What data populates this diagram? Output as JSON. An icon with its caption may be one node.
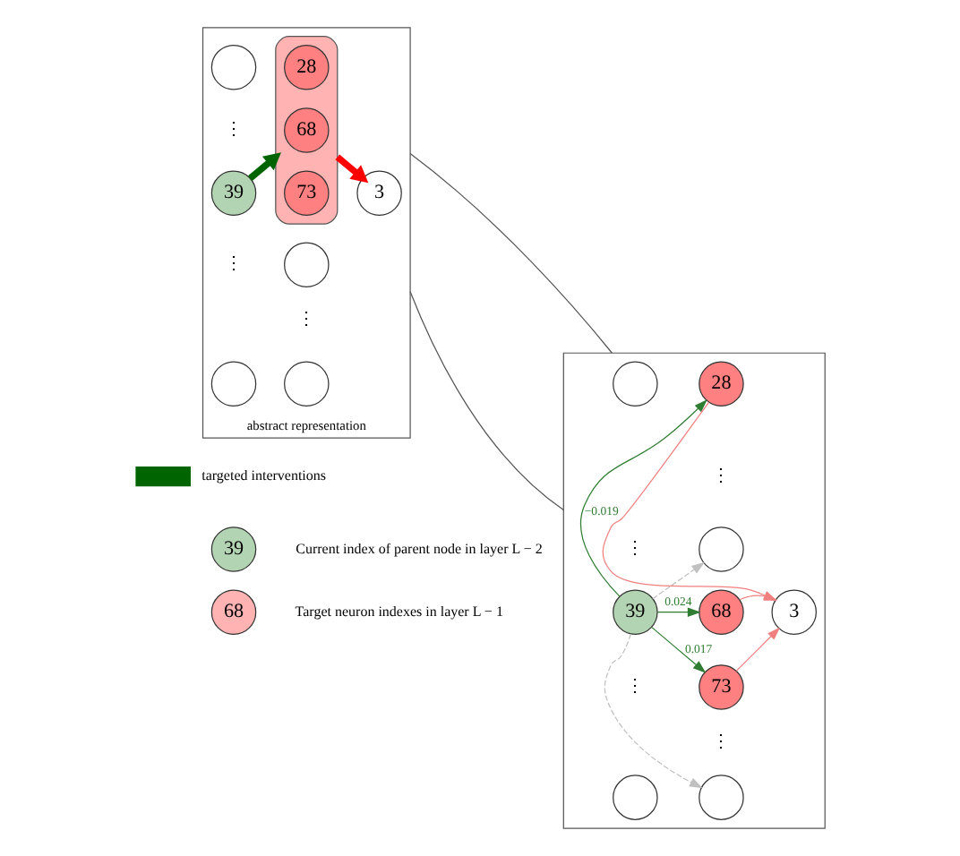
{
  "diagram": {
    "nodes": [
      {
        "text": [],
        "shape": "box",
        "beside": [
          "abstract representation"
        ]
      },
      {
        "text": [],
        "shape": "circle",
        "in": 0
      },
      {
        "text": [
          "39"
        ],
        "in": 0
      },
      {
        "text": [],
        "shape": "circle",
        "in": 0
      },
      {
        "text": [],
        "shape": "box",
        "in": 0
      },
      {
        "text": [
          "28"
        ],
        "in": 4
      },
      {
        "text": [
          "68"
        ],
        "in": 4
      },
      {
        "text": [
          "73"
        ],
        "in": 4
      },
      {
        "text": [],
        "shape": "circle",
        "in": 0
      },
      {
        "text": [],
        "shape": "circle",
        "in": 0
      },
      {
        "text": [
          "3"
        ],
        "in": 0
      },
      {
        "text": [],
        "shape": "box"
      },
      {
        "text": [],
        "shape": "circle",
        "in": 11
      },
      {
        "text": [
          "39"
        ],
        "in": 11
      },
      {
        "text": [],
        "shape": "circle",
        "in": 11
      },
      {
        "text": [
          "28"
        ],
        "in": 11
      },
      {
        "text": [],
        "shape": "circle",
        "in": 11
      },
      {
        "text": [
          "68"
        ],
        "in": 11
      },
      {
        "text": [
          "73"
        ],
        "in": 11
      },
      {
        "text": [],
        "shape": "circle",
        "in": 11
      },
      {
        "text": [
          "3"
        ],
        "in": 11
      },
      {
        "text": [
          "39"
        ],
        "beside": [
          "Current index of parent node in layer L − 2"
        ]
      },
      {
        "text": [
          "68"
        ],
        "beside": [
          "Target neuron indexes in layer L − 1"
        ]
      }
    ],
    "edges": [
      {
        "from": 2,
        "to": 4,
        "arrow": "to",
        "style": "thick",
        "color": "#006400"
      },
      {
        "from": 4,
        "to": 10,
        "arrow": "to",
        "style": "thick",
        "color": "#ff0000"
      },
      {
        "from": 0,
        "to": 11,
        "arrow": "none",
        "color": "#555555"
      },
      {
        "from": 0,
        "to": 11,
        "arrow": "none",
        "color": "#555555"
      },
      {
        "from": 13,
        "to": 15,
        "arrow": "to",
        "label": "−0.019",
        "color": "#2e7d32"
      },
      {
        "from": 13,
        "to": 16,
        "arrow": "to",
        "style": "dashed",
        "color": "#c0c0c0"
      },
      {
        "from": 13,
        "to": 17,
        "arrow": "to",
        "label": "0.024",
        "color": "#2e7d32"
      },
      {
        "from": 13,
        "to": 18,
        "arrow": "to",
        "label": "0.017",
        "color": "#2e7d32"
      },
      {
        "from": 13,
        "to": 19,
        "arrow": "to",
        "style": "dashed",
        "color": "#c0c0c0"
      },
      {
        "from": 15,
        "to": 20,
        "arrow": "to",
        "color": "#f08080"
      },
      {
        "from": 17,
        "to": 20,
        "arrow": "to",
        "color": "#f08080"
      },
      {
        "from": 18,
        "to": 20,
        "arrow": "to",
        "color": "#f08080"
      }
    ],
    "labels": [
      "⋮",
      "⋮",
      "⋮",
      "⋮",
      "⋮",
      "⋮",
      "⋮"
    ],
    "legend": [
      {
        "text": "targeted interventions"
      }
    ]
  }
}
